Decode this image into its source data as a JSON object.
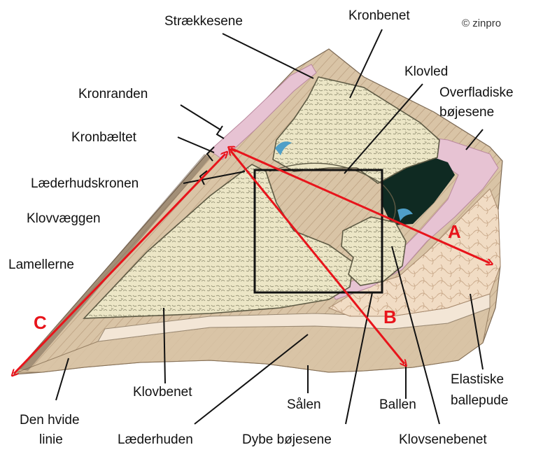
{
  "copyright": "© zinpro",
  "colors": {
    "measure_lines": "#e8141b",
    "horn": "#d9c4a6",
    "bone": "#ece6c6",
    "bone_stipple": "#8d8a6e",
    "cushion": "#f1dcc4",
    "tendon": "#e7c3d3",
    "cavity": "#0f2a22",
    "cartilage": "#4f9fc8"
  },
  "labels": {
    "straekkesene": "Strækkesene",
    "kronbenet": "Kronbenet",
    "klovled": "Klovled",
    "overfladiske_1": "Overfladiske",
    "overfladiske_2": "bøjesene",
    "kronranden": "Kronranden",
    "kronbaeltet": "Kronbæltet",
    "laederhudskronen": "Læderhudskronen",
    "klovvaeggen": "Klovvæggen",
    "lamellerne": "Lamellerne",
    "klovbenet": "Klovbenet",
    "saalen": "Sålen",
    "ballen": "Ballen",
    "elastiske_1": "Elastiske",
    "elastiske_2": "ballepude",
    "hvide_1": "Den hvide",
    "hvide_2": "linie",
    "laederhuden": "Læderhuden",
    "dybe": "Dybe bøjesene",
    "klovsenebenet": "Klovsenebenet"
  },
  "measurements": [
    "A",
    "B",
    "C"
  ]
}
